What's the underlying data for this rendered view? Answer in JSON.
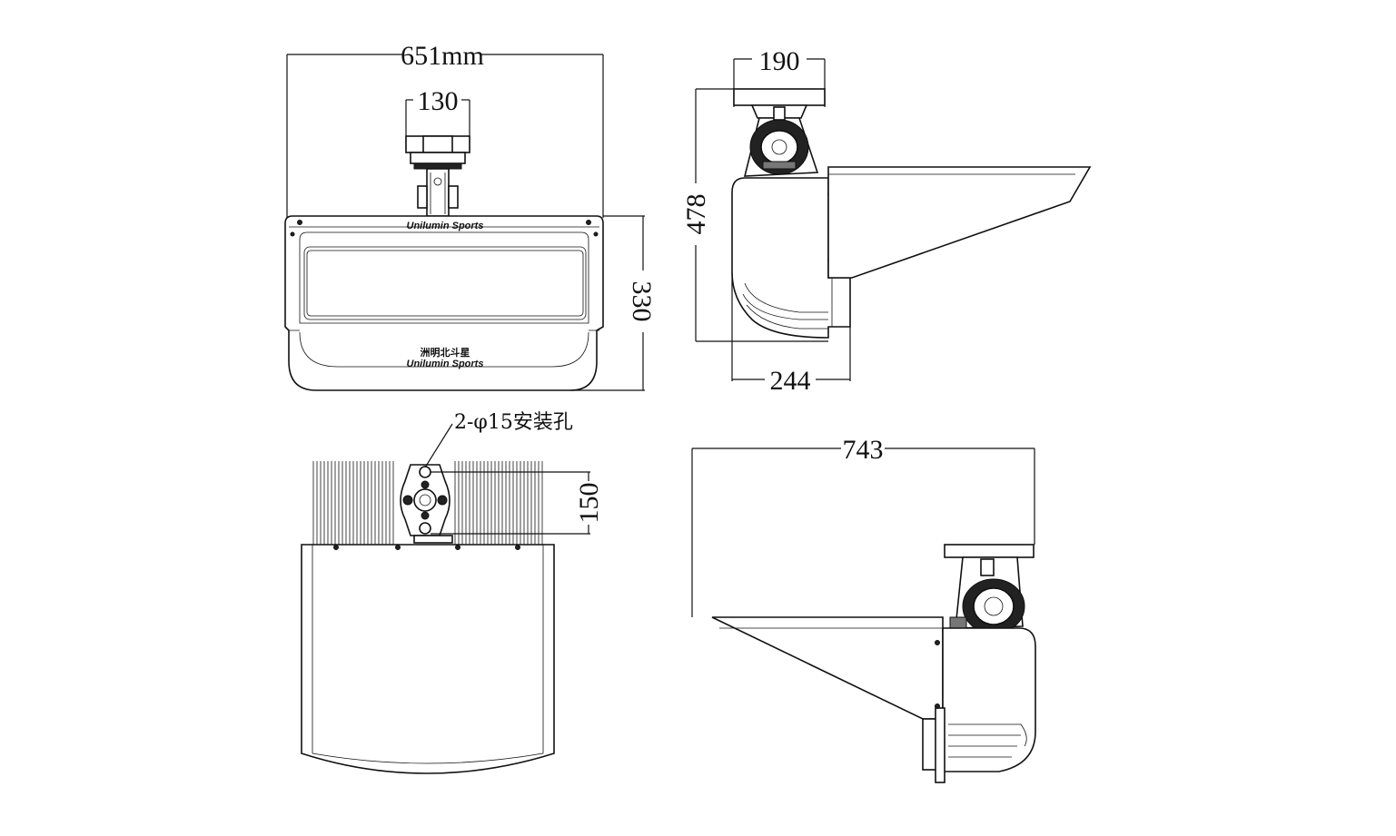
{
  "dimensions": {
    "front_width": "651mm",
    "front_bracket_width": "130",
    "front_height": "330",
    "side_bracket_width": "190",
    "side_height": "478",
    "side_depth": "244",
    "top_bracket_spacing": "150",
    "bottom_total_length": "743"
  },
  "annotations": {
    "mounting_holes": "2-φ15安装孔"
  },
  "branding": {
    "brand_front_top": "Unilumin Sports",
    "brand_front_bottom": "Unilumin Sports",
    "brand_chinese": "洲明北斗星"
  }
}
